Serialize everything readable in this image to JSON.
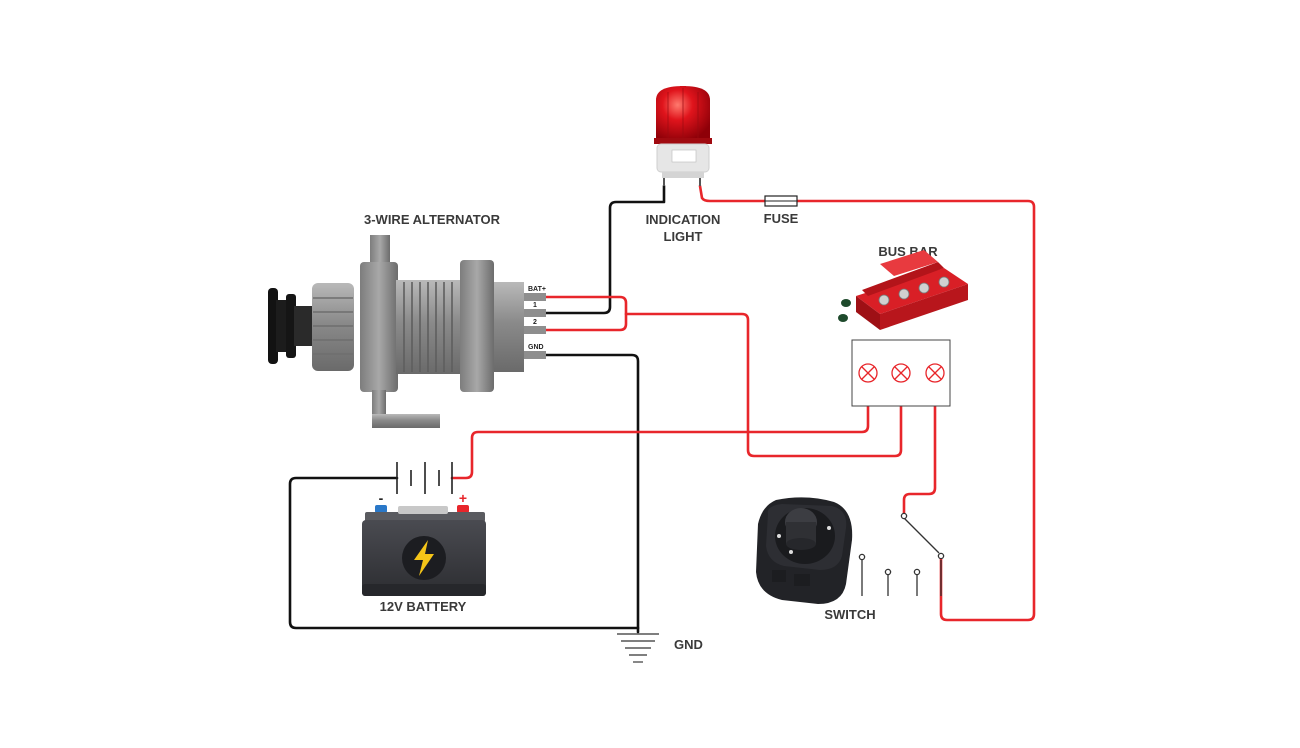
{
  "labels": {
    "alternator": "3-WIRE ALTERNATOR",
    "indication_light_line1": "INDICATION",
    "indication_light_line2": "LIGHT",
    "fuse": "FUSE",
    "bus_bar": "BUS BAR",
    "battery": "12V BATTERY",
    "switch": "SWITCH",
    "gnd": "GND"
  },
  "alternator_terminals": [
    "BAT+",
    "1",
    "2",
    "GND"
  ],
  "battery_polarity": {
    "negative": "-",
    "positive": "+"
  },
  "colors": {
    "positive_wire": "#e8262b",
    "negative_wire": "#111111",
    "label_text": "#3a3a3a",
    "beacon_red": "#d8101a",
    "battery_body": "#3b3c41",
    "bus_bar_red": "#d91f26"
  },
  "icons": [
    "alternator-icon",
    "beacon-light-icon",
    "fuse-icon",
    "bus-bar-icon",
    "terminal-block-icon",
    "battery-symbol-icon",
    "battery-icon",
    "lightning-bolt-icon",
    "rotary-switch-icon",
    "switch-contacts-icon",
    "ground-symbol-icon"
  ]
}
